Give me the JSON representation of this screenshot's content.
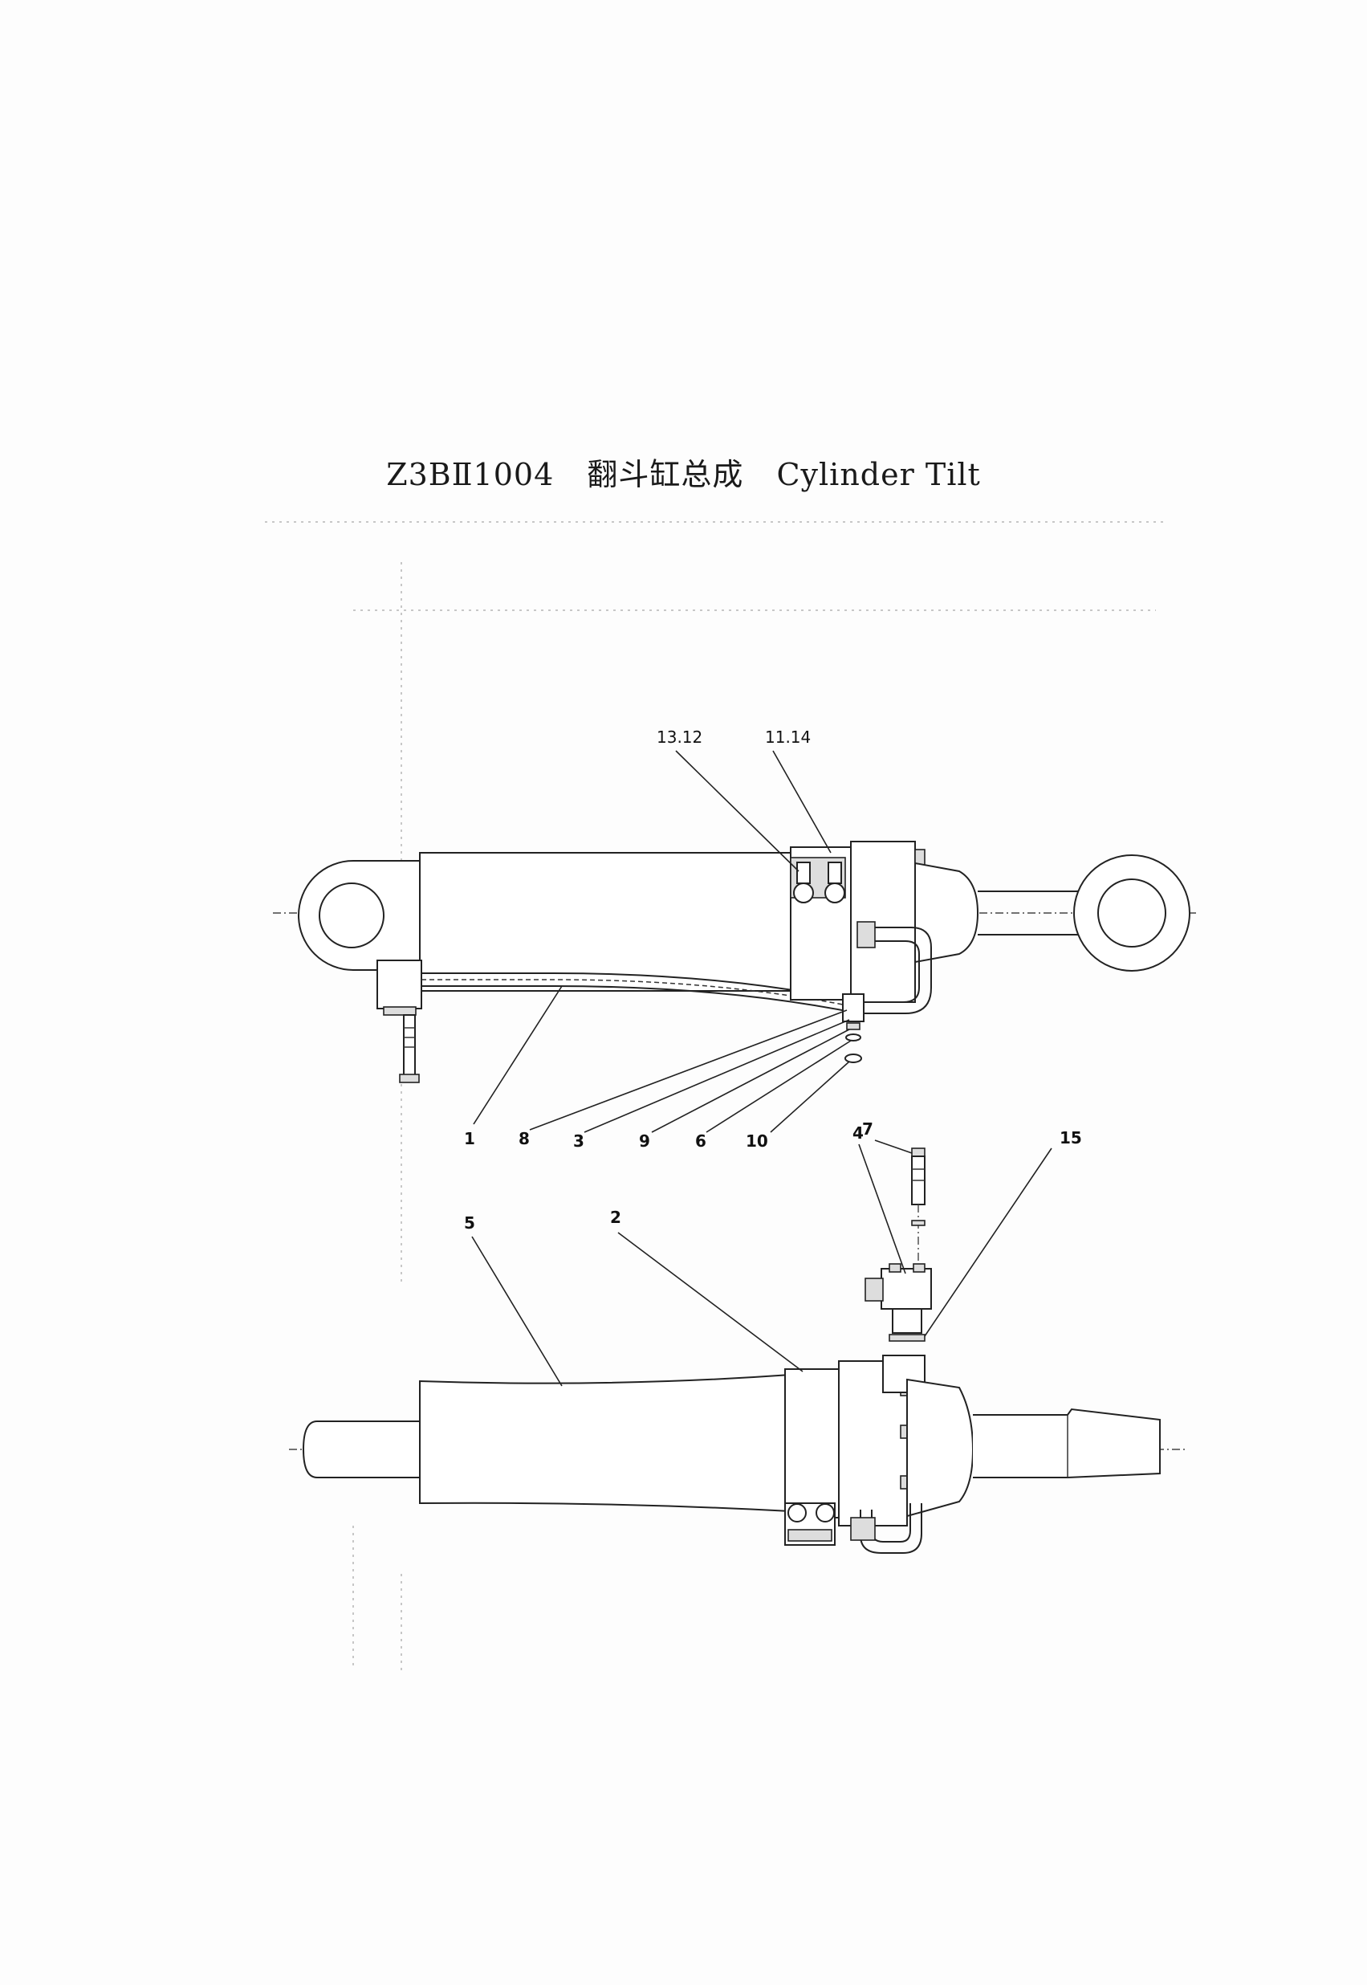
{
  "title": {
    "code": "Z3BⅡ1004",
    "name_cn": "翻斗缸总成",
    "name_en": "Cylinder Tilt"
  },
  "callouts": {
    "c13_12": "13.12",
    "c11_14": "11.14",
    "c1": "1",
    "c8": "8",
    "c3": "3",
    "c9": "9",
    "c6": "6",
    "c10": "10",
    "c4": "4",
    "c7": "7",
    "c15": "15",
    "c5": "5",
    "c2": "2"
  }
}
